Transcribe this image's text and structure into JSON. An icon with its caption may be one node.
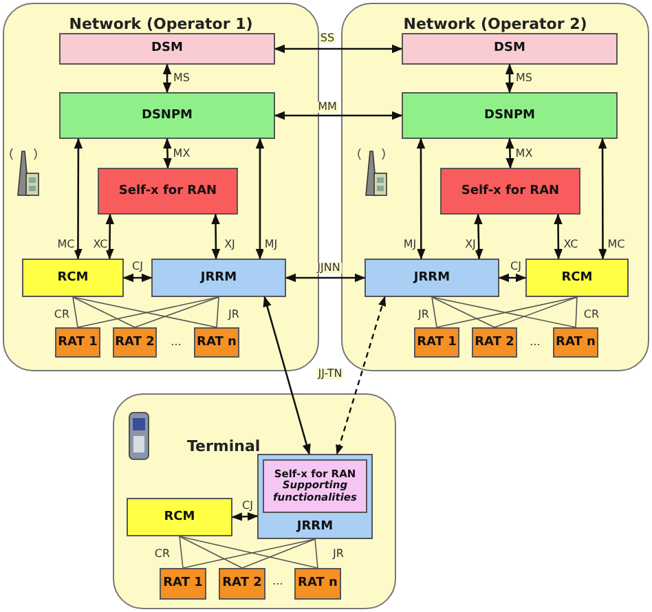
{
  "diagram": {
    "nodes": [
      {
        "text": [
          "Network (Operator 1)"
        ]
      },
      {
        "text": [
          "DSM"
        ],
        "in": 0
      },
      {
        "text": [
          "DSNPM"
        ],
        "in": 0
      },
      {
        "text": [
          "Self-x for RAN"
        ],
        "in": 0
      },
      {
        "text": [
          "RCM"
        ],
        "in": 0
      },
      {
        "text": [
          "JRRM"
        ],
        "in": 0
      },
      {
        "text": [
          "RAT 1"
        ],
        "in": 0
      },
      {
        "text": [
          "RAT 2"
        ],
        "in": 0
      },
      {
        "text": [
          "RAT n"
        ],
        "in": 0
      },
      {
        "text": [
          "Network (Operator 2)"
        ]
      },
      {
        "text": [
          "DSM"
        ],
        "in": 9
      },
      {
        "text": [
          "DSNPM"
        ],
        "in": 9
      },
      {
        "text": [
          "Self-x for RAN"
        ],
        "in": 9
      },
      {
        "text": [
          "JRRM"
        ],
        "in": 9
      },
      {
        "text": [
          "RCM"
        ],
        "in": 9
      },
      {
        "text": [
          "RAT 1"
        ],
        "in": 9
      },
      {
        "text": [
          "RAT 2"
        ],
        "in": 9
      },
      {
        "text": [
          "RAT n"
        ],
        "in": 9
      },
      {
        "text": [
          "Terminal"
        ]
      },
      {
        "text": [
          "JRRM"
        ],
        "in": 18
      },
      {
        "text": [
          "Self-x for RAN",
          "Supporting functionalities"
        ],
        "in": 19
      },
      {
        "text": [
          "RCM"
        ],
        "in": 18
      },
      {
        "text": [
          "RAT 1"
        ],
        "in": 18
      },
      {
        "text": [
          "RAT 2"
        ],
        "in": 18
      },
      {
        "text": [
          "RAT n"
        ],
        "in": 18
      }
    ],
    "edges": [
      {
        "from": 1,
        "to": 10,
        "arrow": "both",
        "label": "SS"
      },
      {
        "from": 2,
        "to": 11,
        "arrow": "both",
        "label": "MM"
      },
      {
        "from": 1,
        "to": 2,
        "arrow": "both",
        "label": "MS"
      },
      {
        "from": 2,
        "to": 3,
        "arrow": "both",
        "label": "MX"
      },
      {
        "from": 2,
        "to": 4,
        "arrow": "both",
        "label": "MC"
      },
      {
        "from": 3,
        "to": 4,
        "arrow": "both",
        "label": "XC"
      },
      {
        "from": 3,
        "to": 5,
        "arrow": "both",
        "label": "XJ"
      },
      {
        "from": 2,
        "to": 5,
        "arrow": "both",
        "label": "MJ"
      },
      {
        "from": 4,
        "to": 5,
        "arrow": "both",
        "label": "CJ"
      },
      {
        "from": 5,
        "to": 13,
        "arrow": "both",
        "label": "JJNN"
      },
      {
        "from": 4,
        "to": 6,
        "arrow": "none",
        "label": "CR"
      },
      {
        "from": 4,
        "to": 7,
        "arrow": "none"
      },
      {
        "from": 4,
        "to": 8,
        "arrow": "none"
      },
      {
        "from": 5,
        "to": 6,
        "arrow": "none"
      },
      {
        "from": 5,
        "to": 7,
        "arrow": "none"
      },
      {
        "from": 5,
        "to": 8,
        "arrow": "none",
        "label": "JR"
      },
      {
        "from": 10,
        "to": 11,
        "arrow": "both",
        "label": "MS"
      },
      {
        "from": 11,
        "to": 12,
        "arrow": "both",
        "label": "MX"
      },
      {
        "from": 11,
        "to": 13,
        "arrow": "both",
        "label": "MJ"
      },
      {
        "from": 12,
        "to": 13,
        "arrow": "both",
        "label": "XJ"
      },
      {
        "from": 12,
        "to": 14,
        "arrow": "both",
        "label": "XC"
      },
      {
        "from": 11,
        "to": 14,
        "arrow": "both",
        "label": "MC"
      },
      {
        "from": 13,
        "to": 14,
        "arrow": "both",
        "label": "CJ"
      },
      {
        "from": 13,
        "to": 15,
        "arrow": "none",
        "label": "JR"
      },
      {
        "from": 13,
        "to": 16,
        "arrow": "none"
      },
      {
        "from": 13,
        "to": 17,
        "arrow": "none"
      },
      {
        "from": 14,
        "to": 15,
        "arrow": "none"
      },
      {
        "from": 14,
        "to": 16,
        "arrow": "none"
      },
      {
        "from": 14,
        "to": 17,
        "arrow": "none",
        "label": "CR"
      },
      {
        "from": 5,
        "to": 19,
        "arrow": "both",
        "label": "JJ-TN"
      },
      {
        "from": 13,
        "to": 19,
        "arrow": "both",
        "style": "dashed"
      },
      {
        "from": 21,
        "to": 19,
        "arrow": "both",
        "label": "CJ"
      },
      {
        "from": 21,
        "to": 22,
        "arrow": "none",
        "label": "CR"
      },
      {
        "from": 21,
        "to": 23,
        "arrow": "none"
      },
      {
        "from": 21,
        "to": 24,
        "arrow": "none"
      },
      {
        "from": 19,
        "to": 22,
        "arrow": "none"
      },
      {
        "from": 19,
        "to": 23,
        "arrow": "none"
      },
      {
        "from": 19,
        "to": 24,
        "arrow": "none",
        "label": "JR"
      }
    ],
    "labels": [
      "...",
      "...",
      "..."
    ]
  }
}
